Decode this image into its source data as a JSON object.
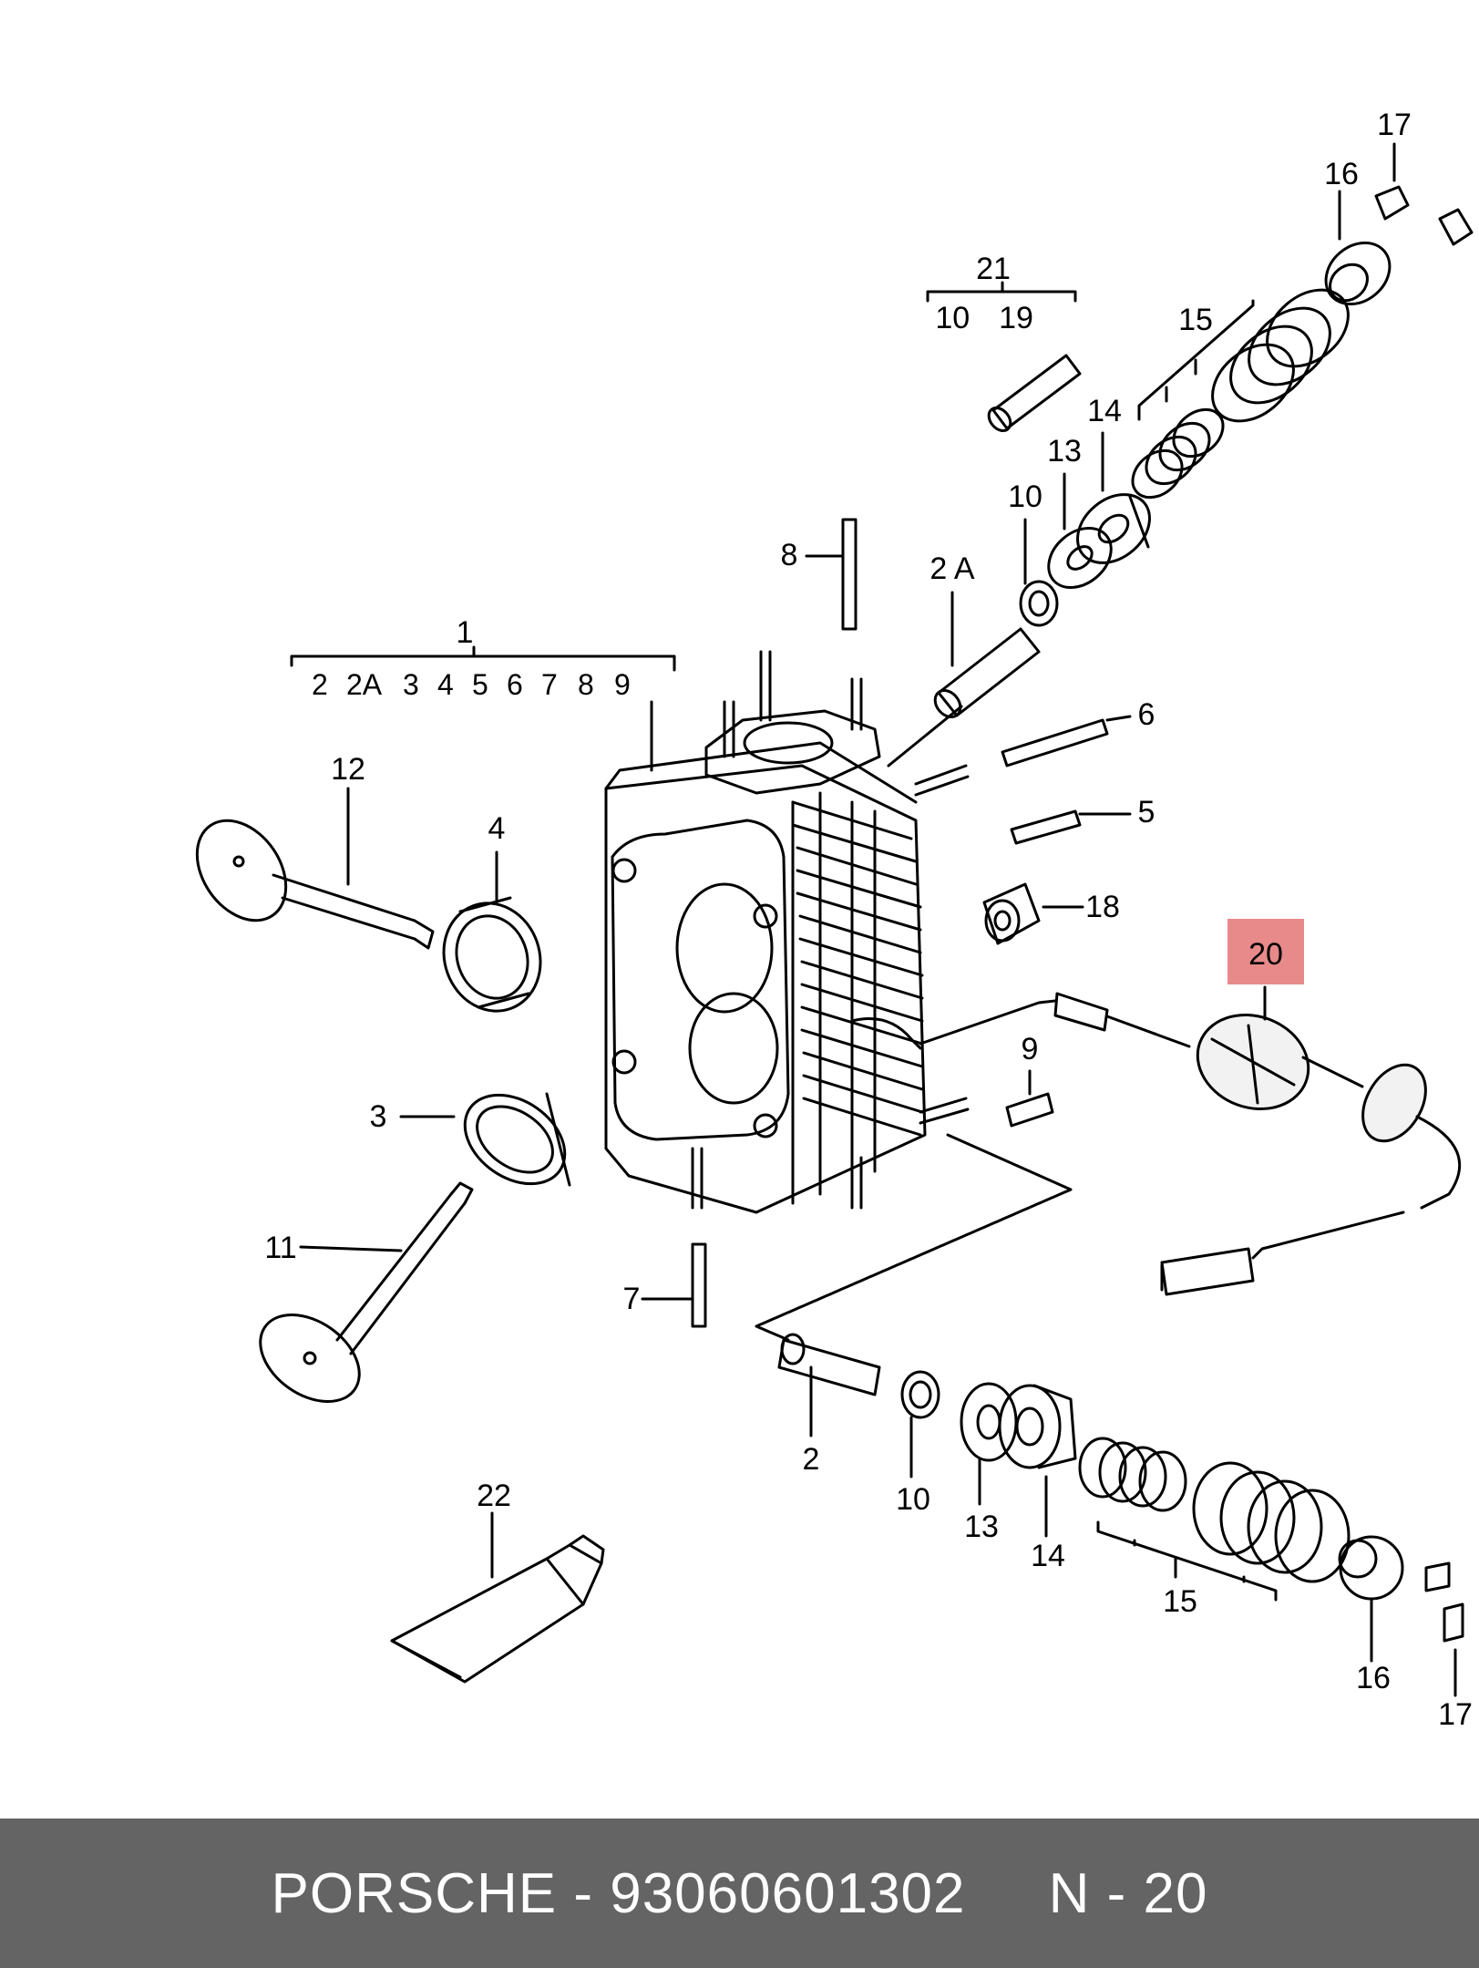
{
  "diagram": {
    "callouts": {
      "c1": "1",
      "c1_list": [
        "2",
        "2A",
        "3",
        "4",
        "5",
        "6",
        "7",
        "8",
        "9"
      ],
      "c2": "2",
      "c2a": "2 A",
      "c3": "3",
      "c4": "4",
      "c5": "5",
      "c6": "6",
      "c7": "7",
      "c8": "8",
      "c9": "9",
      "c10_top": "10",
      "c10_bottom": "10",
      "c11": "11",
      "c12": "12",
      "c13_top": "13",
      "c13_bottom": "13",
      "c14_top": "14",
      "c14_bottom": "14",
      "c15_top": "15",
      "c15_bottom": "15",
      "c16_top": "16",
      "c16_bottom": "16",
      "c17_top": "17",
      "c17_bottom": "17",
      "c18": "18",
      "c20": "20",
      "c21": "21",
      "c21_list": [
        "10",
        "19"
      ],
      "c22": "22"
    },
    "highlight_color": "#e88a8a"
  },
  "footer": {
    "brand": "PORSCHE",
    "separator": "-",
    "part_number": "93060601302",
    "ref": "N - 20",
    "background": "#646464"
  }
}
